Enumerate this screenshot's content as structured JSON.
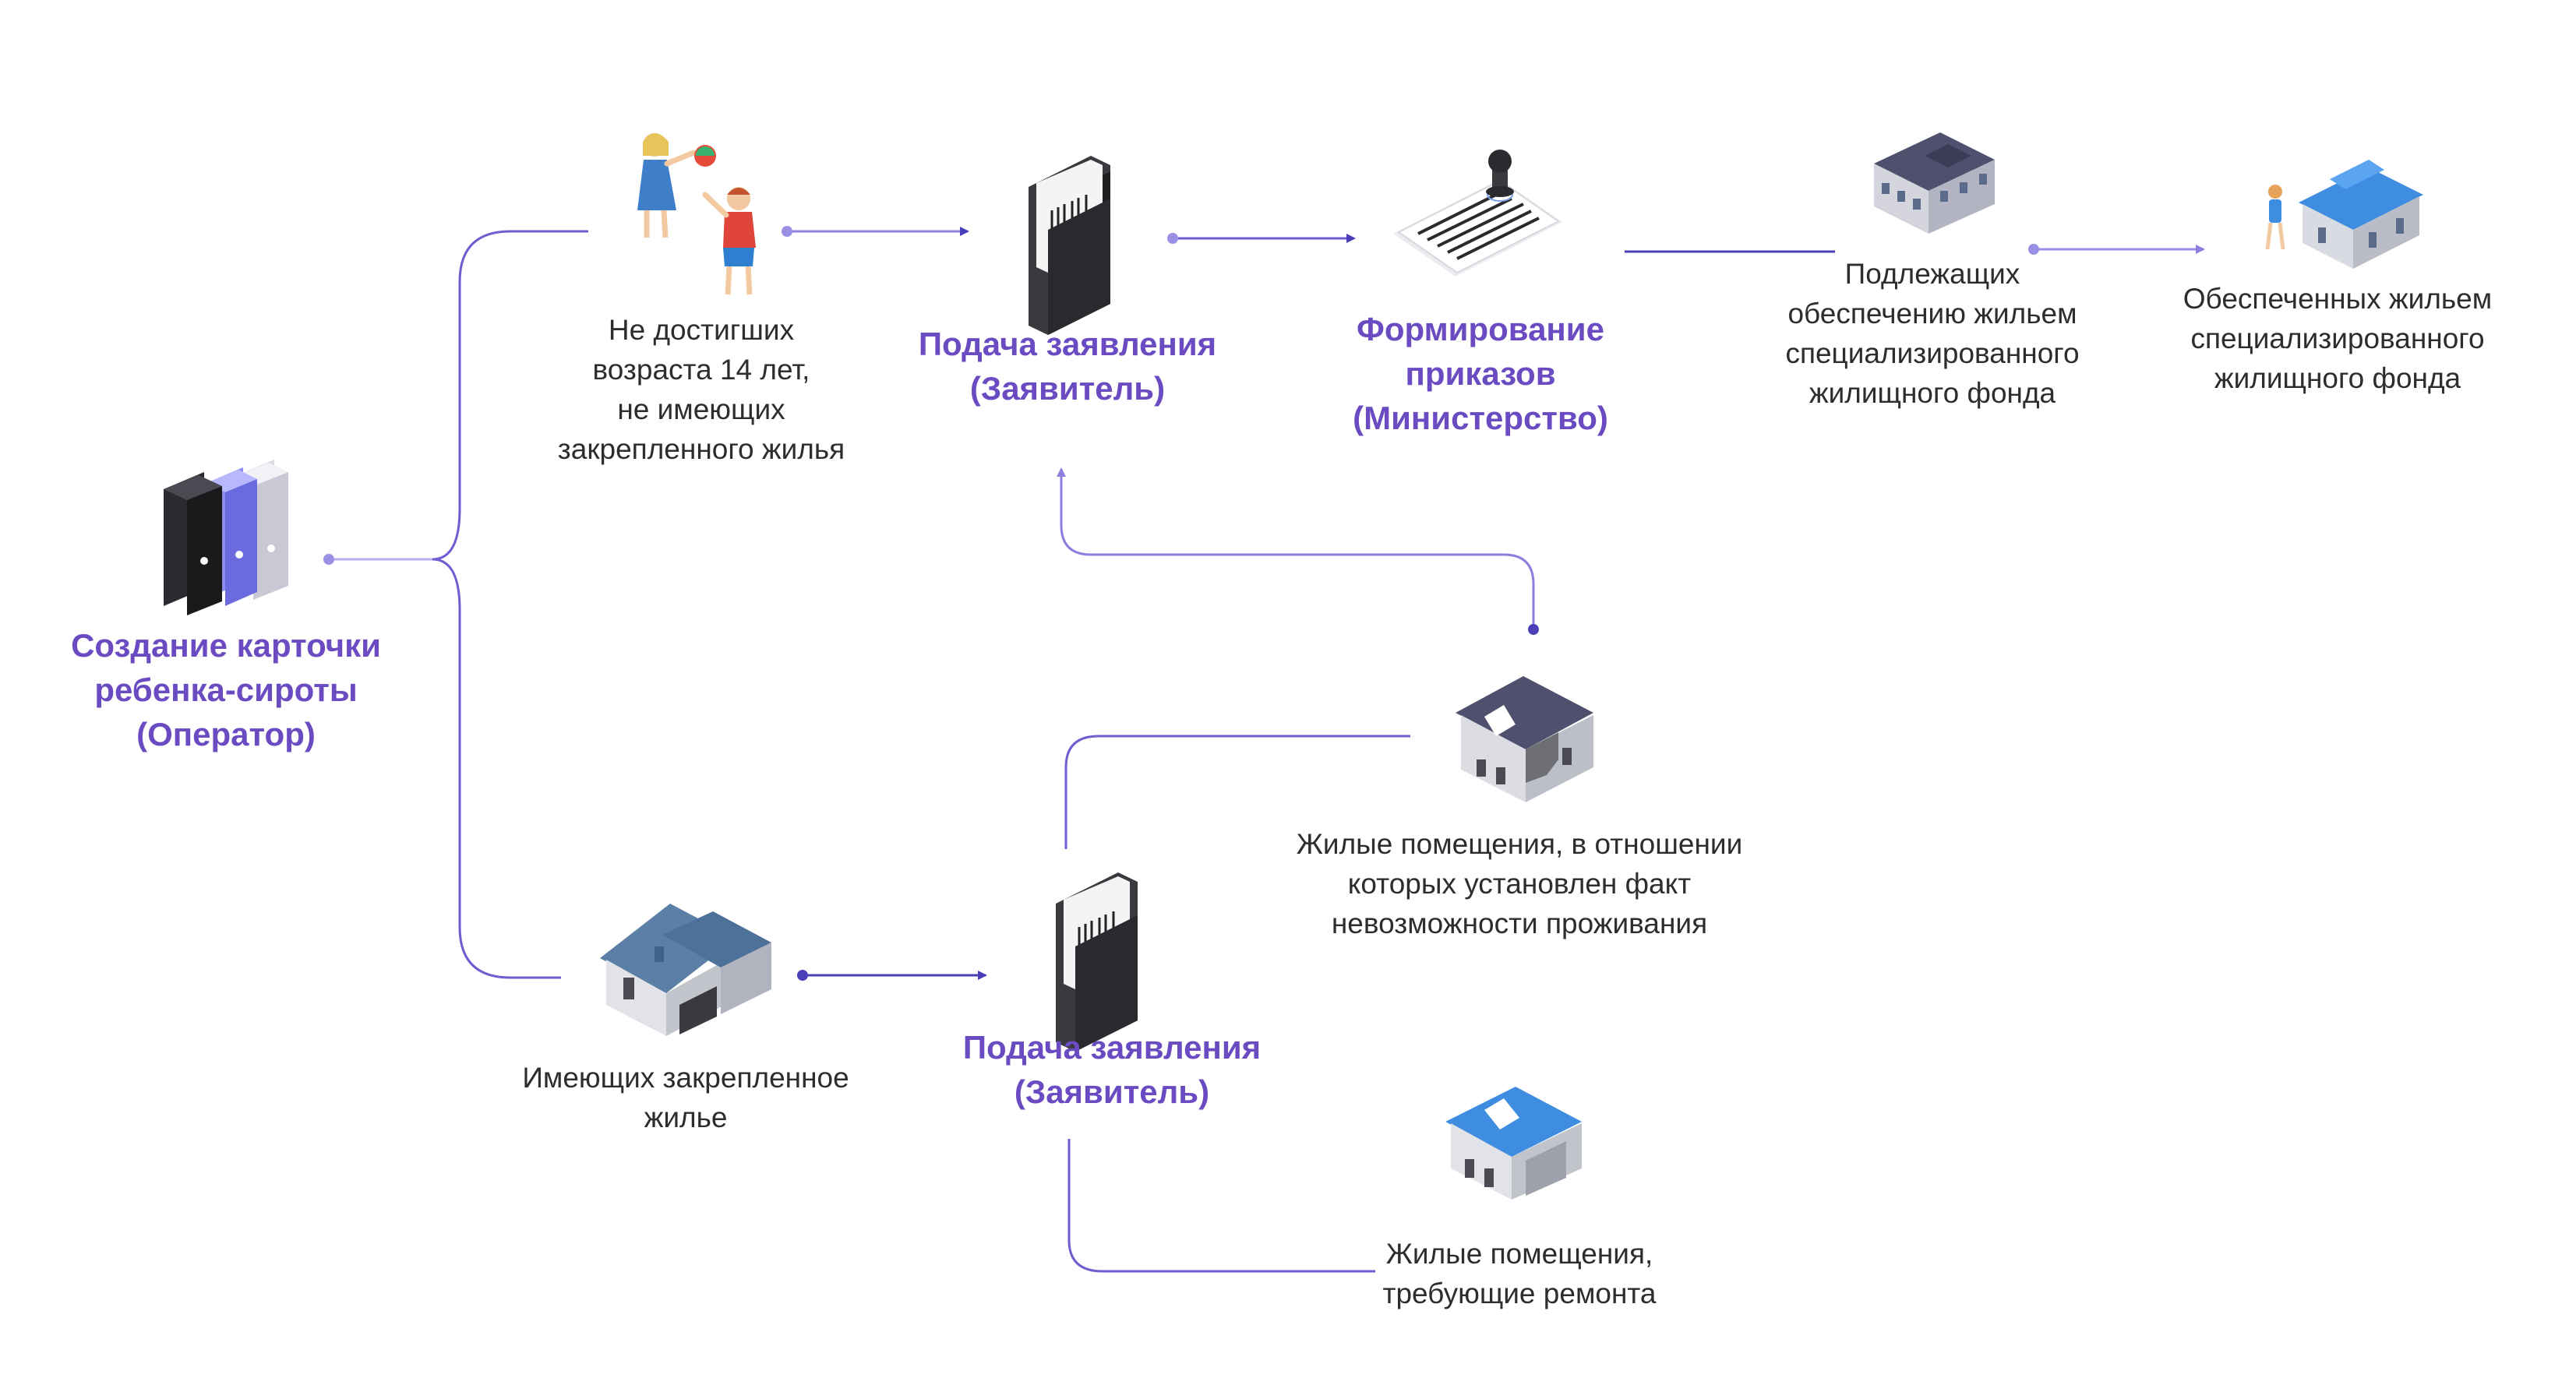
{
  "colors": {
    "accent": "#6a4bc2",
    "connector": "#5a4bc0",
    "text": "#2d2d2d",
    "house_blue": "#3e8de0",
    "house_slate": "#5b7fa6",
    "house_dark": "#4f506e"
  },
  "nodes": {
    "create_card": {
      "icon": "binders-icon",
      "lines": [
        "Создание карточки",
        "ребенка-сироты",
        "(Оператор)"
      ]
    },
    "under_14": {
      "icon": "children-playing-icon",
      "lines": [
        "Не достигших",
        "возраста 14 лет,",
        "не имеющих",
        "закрепленного жилья"
      ]
    },
    "application_top": {
      "icon": "document-folder-icon",
      "lines": [
        "Подача заявления",
        "(Заявитель)"
      ]
    },
    "orders": {
      "icon": "stamped-document-icon",
      "lines": [
        "Формирование",
        "приказов",
        "(Министерство)"
      ]
    },
    "subject_to_housing": {
      "icon": "apartment-building-icon",
      "lines": [
        "Подлежащих",
        "обеспечению жильем",
        "специализированного",
        "жилищного фонда"
      ]
    },
    "provided_housing": {
      "icon": "house-with-child-icon",
      "lines": [
        "Обеспеченных жильем",
        "специализированного",
        "жилищного фонда"
      ]
    },
    "has_housing": {
      "icon": "house-icon",
      "lines": [
        "Имеющих закрепленное",
        "жилье"
      ]
    },
    "application_bottom": {
      "icon": "document-folder-icon",
      "lines": [
        "Подача заявления",
        "(Заявитель)"
      ]
    },
    "uninhabitable": {
      "icon": "damaged-house-icon",
      "lines": [
        "Жилые помещения, в отношении",
        "которых установлен факт",
        "невозможности проживания"
      ]
    },
    "needs_repair": {
      "icon": "house-needing-repair-icon",
      "lines": [
        "Жилые помещения,",
        "требующие ремонта"
      ]
    }
  }
}
